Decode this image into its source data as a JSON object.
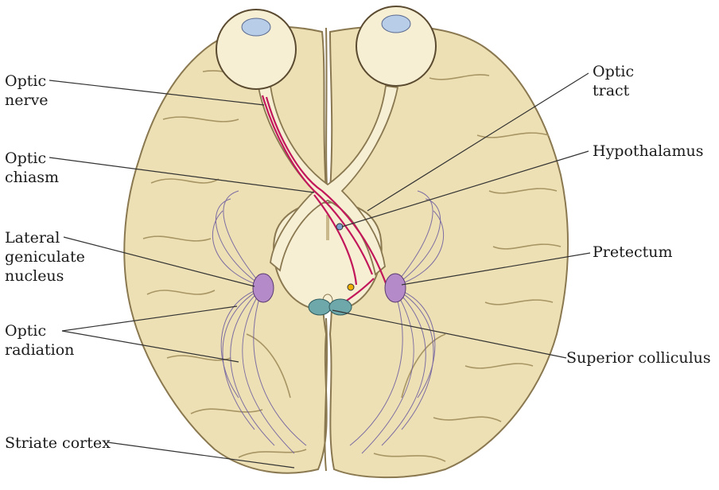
{
  "labels": {
    "optic_nerve": [
      "Optic",
      "nerve"
    ],
    "optic_chiasm": [
      "Optic",
      "chiasm"
    ],
    "lateral_geniculate_nucleus": [
      "Lateral",
      "geniculate",
      "nucleus"
    ],
    "optic_radiation": [
      "Optic",
      "radiation"
    ],
    "striate_cortex": [
      "Striate cortex"
    ],
    "optic_tract": [
      "Optic",
      "tract"
    ],
    "hypothalamus": [
      "Hypothalamus"
    ],
    "pretectum": [
      "Pretectum"
    ],
    "superior_colliculus": [
      "Superior colliculus"
    ]
  },
  "colors": {
    "brain_fill": "#ede0b4",
    "brain_outline": "#8a7850",
    "sulcus": "#a89564",
    "nerve_fill": "#f6efd4",
    "pathway_red": "#c2185b",
    "radiation_purple": "#6a5aa0",
    "lgn": "#b48ac8",
    "colliculus": "#6ea8aa",
    "leader_line": "#333333"
  }
}
